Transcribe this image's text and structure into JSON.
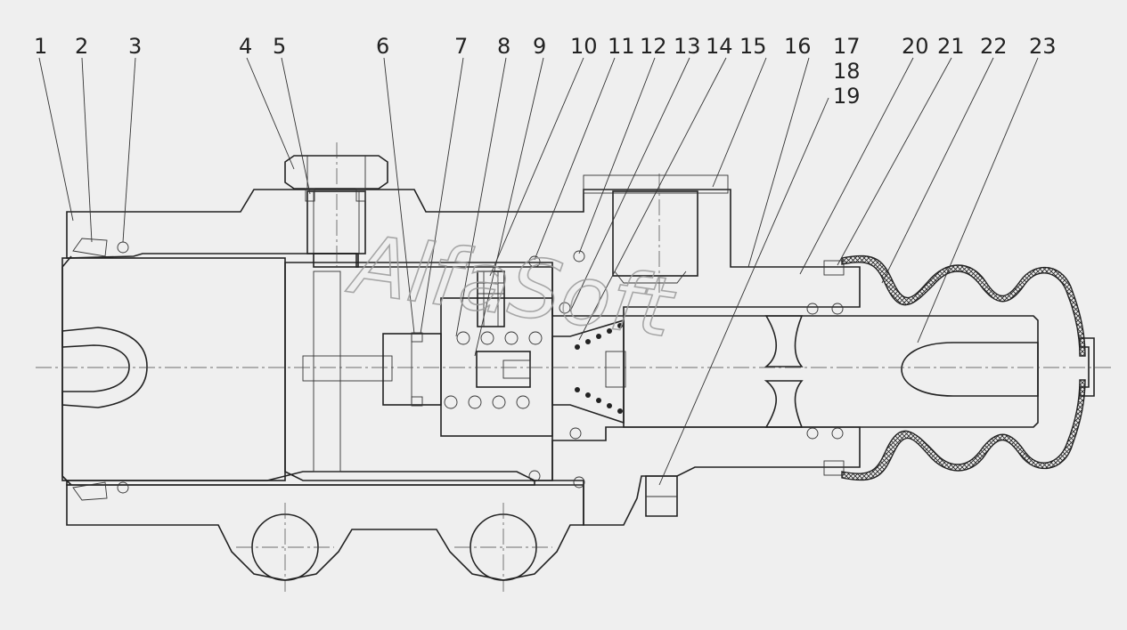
{
  "figure": {
    "callouts": [
      "1",
      "2",
      "3",
      "4",
      "5",
      "6",
      "7",
      "8",
      "9",
      "10",
      "11",
      "12",
      "13",
      "14",
      "15",
      "16",
      "17",
      "18",
      "19",
      "20",
      "21",
      "22",
      "23"
    ],
    "watermark": "AlfaSoft"
  },
  "colors": {
    "background": "#efefef",
    "line": "#222222",
    "watermark": "#9a9a9a"
  }
}
